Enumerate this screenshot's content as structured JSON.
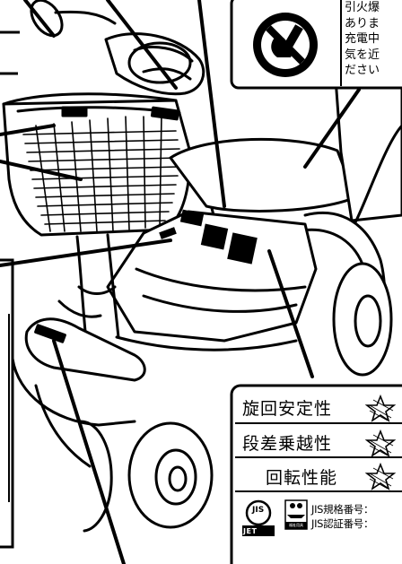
{
  "warning_label": {
    "lines": [
      "引火爆",
      "ありま",
      "充電中",
      "気を近",
      "ださい"
    ]
  },
  "ratings": [
    {
      "label": "旋回安定性"
    },
    {
      "label": "段差乗越性"
    },
    {
      "label": "回転性能"
    }
  ],
  "certification": {
    "jis_logo": "JIS",
    "jet_label": "JET",
    "welfare_mark_text": "福祉用具",
    "standard_line": "JIS規格番号：",
    "cert_line": "JIS認証番号："
  }
}
